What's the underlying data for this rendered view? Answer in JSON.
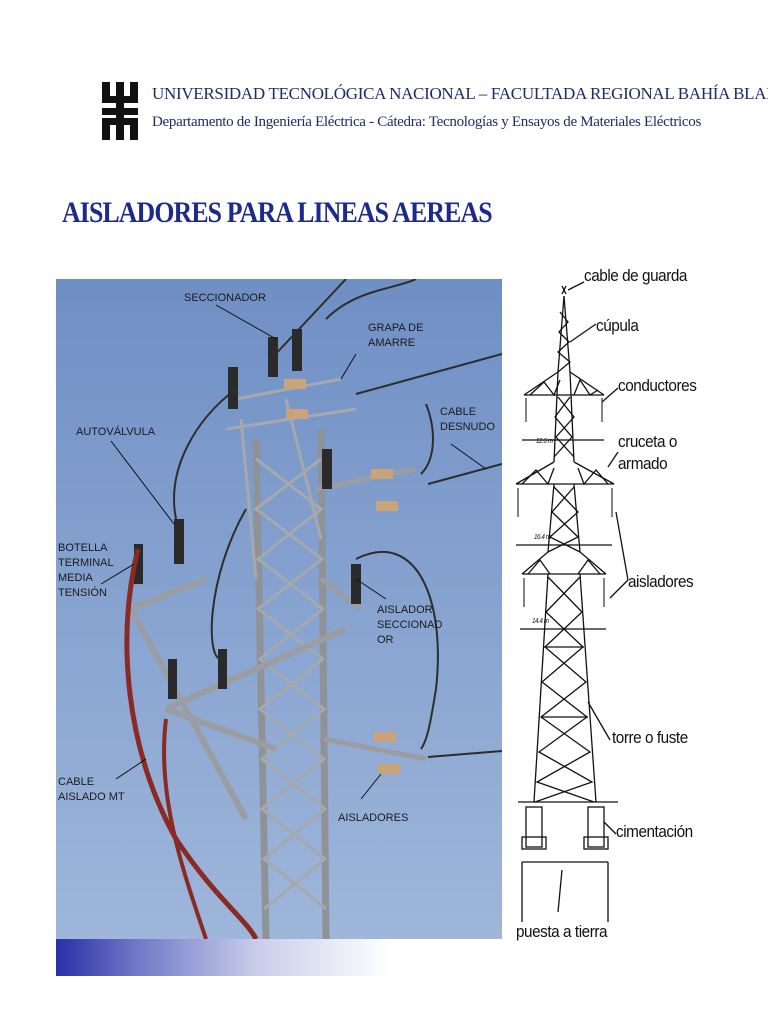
{
  "header": {
    "line1": "UNIVERSIDAD TECNOLÓGICA NACIONAL – FACULTADA REGIONAL BAHÍA BLANCA",
    "line2": "Departamento de Ingeniería Eléctrica   -   Cátedra: Tecnologías y Ensayos de Materiales Eléctricos"
  },
  "title": "AISLADORES PARA LINEAS AEREAS",
  "photo_labels": {
    "seccionador": "SECCIONADOR",
    "grapa_1": "GRAPA DE",
    "grapa_2": "AMARRE",
    "cable_desnudo_1": "CABLE",
    "cable_desnudo_2": "DESNUDO",
    "autovalvula": "AUTOVÁLVULA",
    "botella_1": "BOTELLA",
    "botella_2": "TERMINAL",
    "botella_3": "MEDIA",
    "botella_4": "TENSIÓN",
    "aislador_secc_1": "AISLADOR",
    "aislador_secc_2": "SECCIONAD",
    "aislador_secc_3": "OR",
    "cable_aislado_1": "CABLE",
    "cable_aislado_2": "AISLADO MT",
    "aisladores": "AISLADORES"
  },
  "tower_labels": {
    "cable_guarda": "cable de guarda",
    "cupula": "cúpula",
    "conductores": "conductores",
    "cruceta_1": "cruceta o",
    "cruceta_2": "armado",
    "aisladores": "aisladores",
    "torre": "torre o fuste",
    "cimentacion": "cimentación",
    "puesta_tierra": "puesta a tierra"
  },
  "tower_dims": {
    "d1": "12.6 m",
    "d2": "16.4 m",
    "d3": "14.4 m"
  },
  "colors": {
    "title": "#1c2a8c",
    "header": "#1f2a6b",
    "sky": "#7f9cc9"
  }
}
